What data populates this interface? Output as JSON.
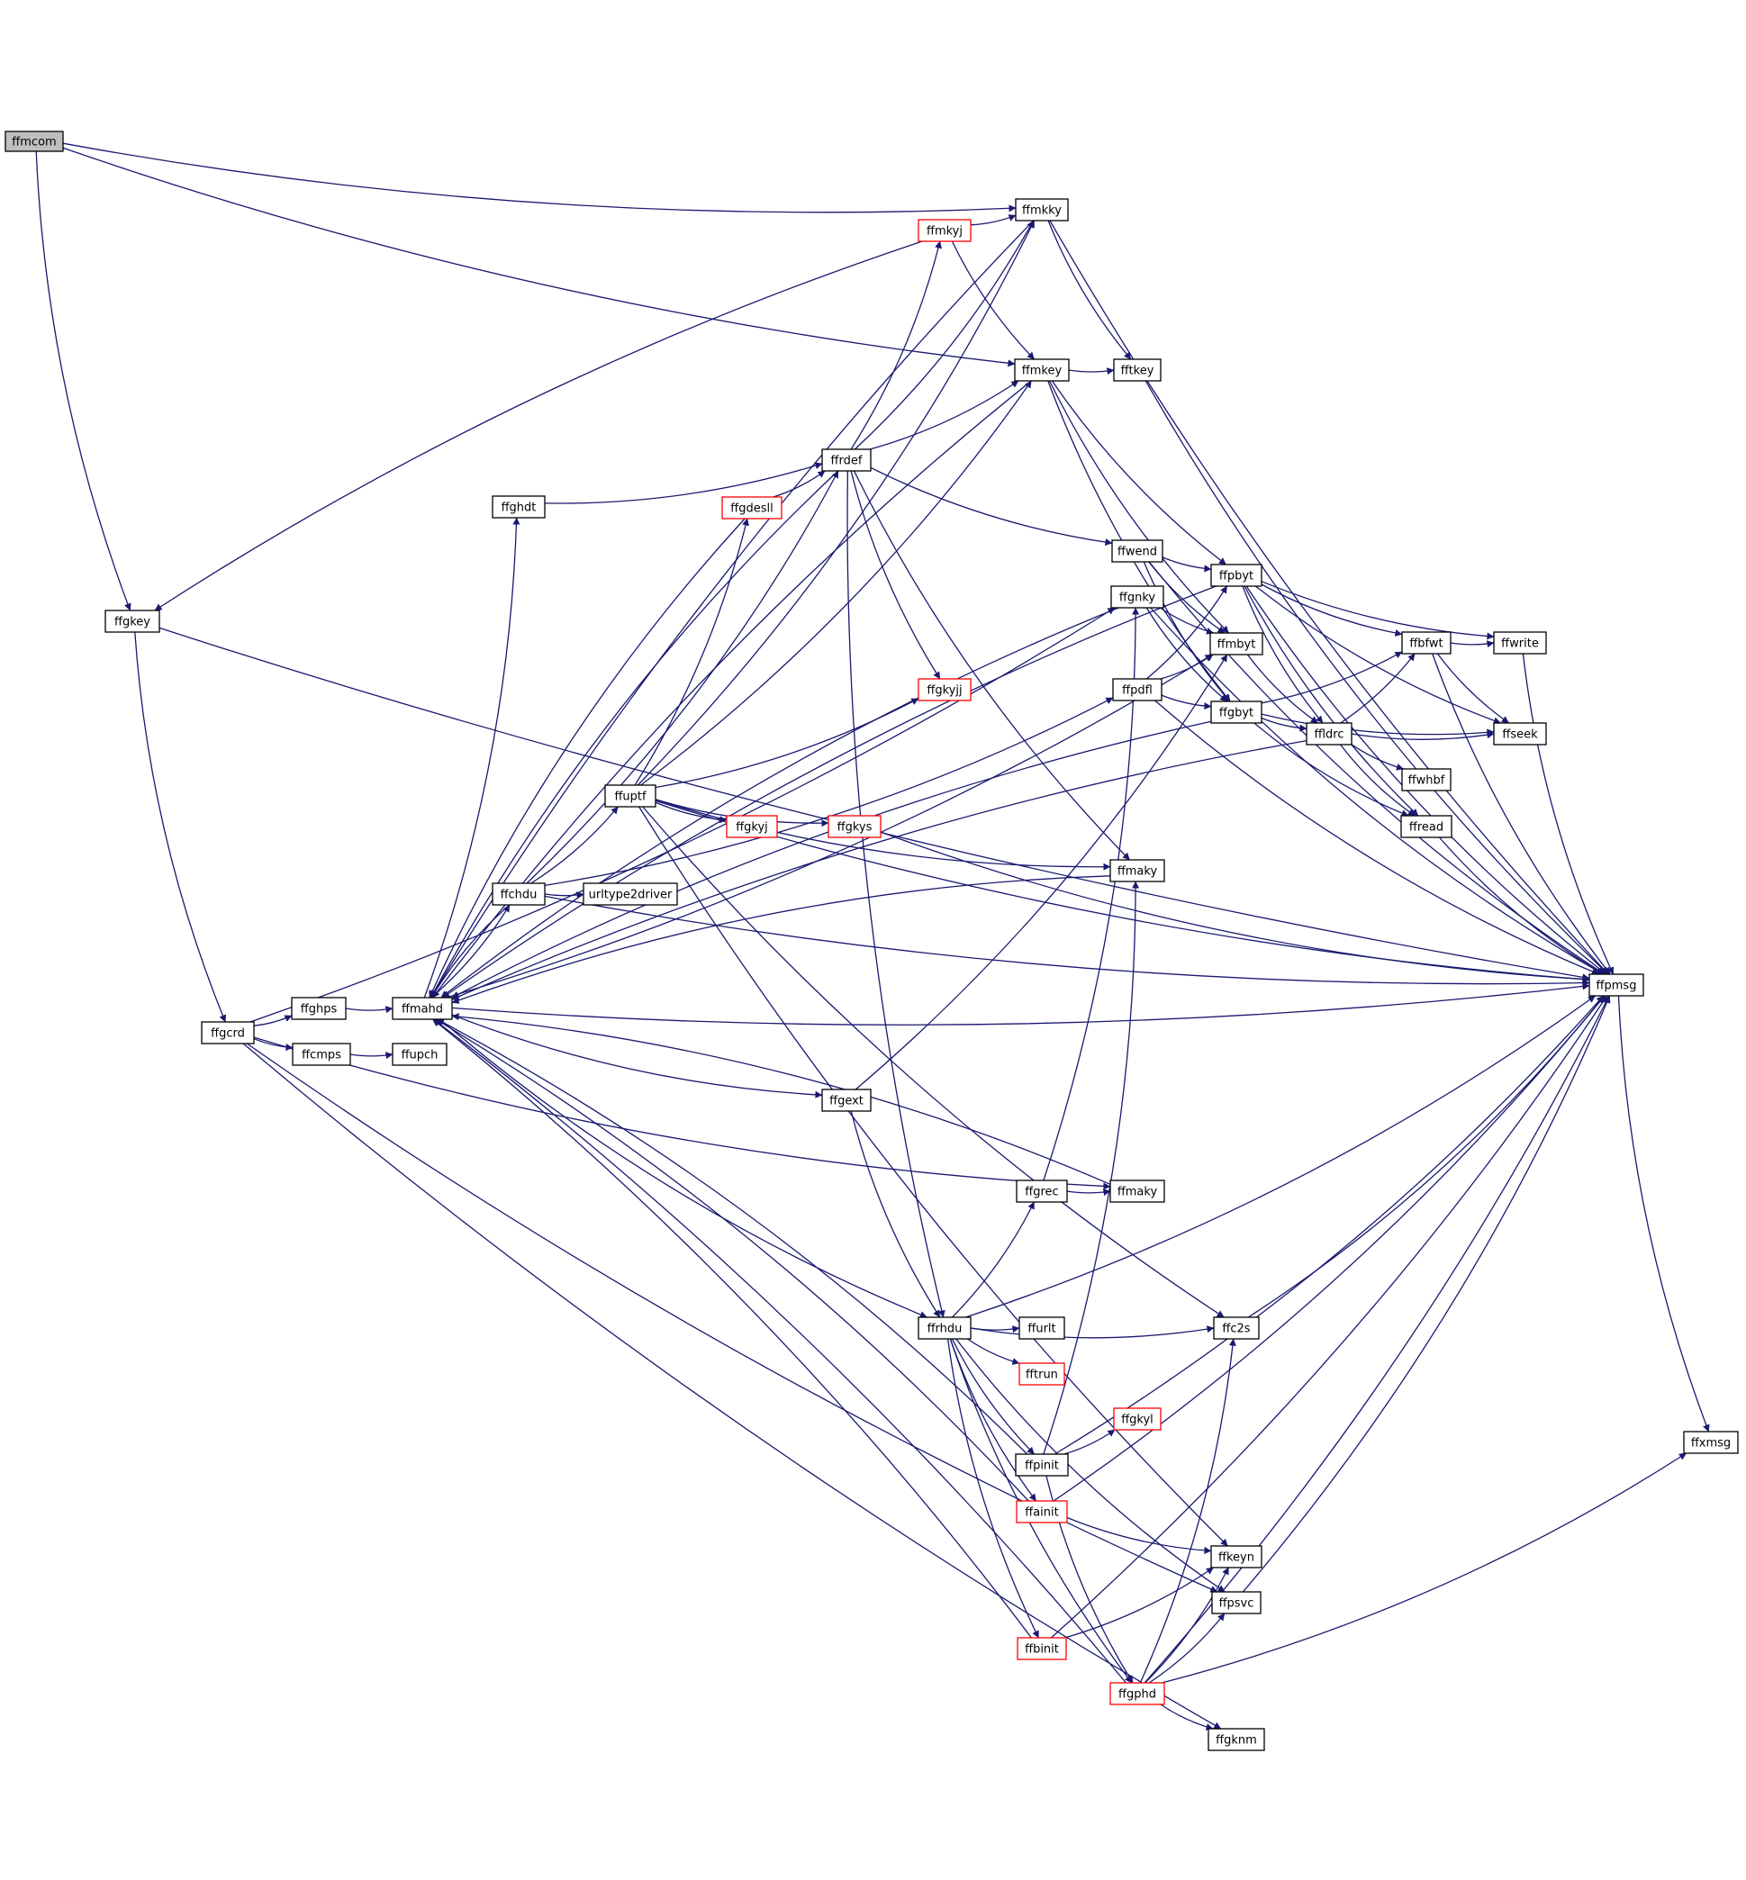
{
  "diagram": {
    "title": "",
    "colors": {
      "edge": "#191970",
      "node_border": "#000000",
      "truncated_border": "#ff0000",
      "root_fill": "#bfbfbf",
      "background": "#ffffff"
    },
    "nodes": [
      {
        "id": "ffmcom",
        "label": "ffmcom",
        "style": "root"
      },
      {
        "id": "ffgkey",
        "label": "ffgkey",
        "style": "normal"
      },
      {
        "id": "ffgcrd",
        "label": "ffgcrd",
        "style": "normal"
      },
      {
        "id": "ffghps",
        "label": "ffghps",
        "style": "normal"
      },
      {
        "id": "ffcmps",
        "label": "ffcmps",
        "style": "normal"
      },
      {
        "id": "ffupch",
        "label": "ffupch",
        "style": "normal"
      },
      {
        "id": "ffmahd",
        "label": "ffmahd",
        "style": "normal"
      },
      {
        "id": "ffghdt",
        "label": "ffghdt",
        "style": "normal"
      },
      {
        "id": "ffchdu",
        "label": "ffchdu",
        "style": "normal"
      },
      {
        "id": "urltype2driver",
        "label": "urltype2driver",
        "style": "normal"
      },
      {
        "id": "ffuptf",
        "label": "ffuptf",
        "style": "normal"
      },
      {
        "id": "ffgkyj",
        "label": "ffgkyj",
        "style": "red"
      },
      {
        "id": "ffgkys",
        "label": "ffgkys",
        "style": "red"
      },
      {
        "id": "ffgdesll",
        "label": "ffgdesll",
        "style": "red"
      },
      {
        "id": "ffrdef",
        "label": "ffrdef",
        "style": "normal"
      },
      {
        "id": "ffmkyj",
        "label": "ffmkyj",
        "style": "red"
      },
      {
        "id": "ffmkky",
        "label": "ffmkky",
        "style": "normal"
      },
      {
        "id": "ffmkey",
        "label": "ffmkey",
        "style": "normal"
      },
      {
        "id": "fftkey",
        "label": "fftkey",
        "style": "normal"
      },
      {
        "id": "ffgkyjj",
        "label": "ffgkyjj",
        "style": "red"
      },
      {
        "id": "ffwend",
        "label": "ffwend",
        "style": "normal"
      },
      {
        "id": "ffgnky",
        "label": "ffgnky",
        "style": "normal"
      },
      {
        "id": "ffpdfl",
        "label": "ffpdfl",
        "style": "normal"
      },
      {
        "id": "ffpbyt",
        "label": "ffpbyt",
        "style": "normal"
      },
      {
        "id": "ffmbyt",
        "label": "ffmbyt",
        "style": "normal"
      },
      {
        "id": "ffgbyt",
        "label": "ffgbyt",
        "style": "normal"
      },
      {
        "id": "ffldrc",
        "label": "ffldrc",
        "style": "normal"
      },
      {
        "id": "ffbfwt",
        "label": "ffbfwt",
        "style": "normal"
      },
      {
        "id": "ffwrite",
        "label": "ffwrite",
        "style": "normal"
      },
      {
        "id": "ffseek",
        "label": "ffseek",
        "style": "normal"
      },
      {
        "id": "ffwhbf",
        "label": "ffwhbf",
        "style": "normal"
      },
      {
        "id": "ffread",
        "label": "ffread",
        "style": "normal"
      },
      {
        "id": "ffmaky1",
        "label": "ffmaky",
        "style": "normal"
      },
      {
        "id": "ffpmsg",
        "label": "ffpmsg",
        "style": "normal"
      },
      {
        "id": "ffxmsg",
        "label": "ffxmsg",
        "style": "normal"
      },
      {
        "id": "ffgext",
        "label": "ffgext",
        "style": "normal"
      },
      {
        "id": "ffgrec",
        "label": "ffgrec",
        "style": "normal"
      },
      {
        "id": "ffmaky2",
        "label": "ffmaky",
        "style": "normal"
      },
      {
        "id": "ffrhdu",
        "label": "ffrhdu",
        "style": "normal"
      },
      {
        "id": "ffurlt",
        "label": "ffurlt",
        "style": "normal"
      },
      {
        "id": "fftrun",
        "label": "fftrun",
        "style": "red"
      },
      {
        "id": "ffc2s",
        "label": "ffc2s",
        "style": "normal"
      },
      {
        "id": "ffgkyl",
        "label": "ffgkyl",
        "style": "red"
      },
      {
        "id": "ffpinit",
        "label": "ffpinit",
        "style": "normal"
      },
      {
        "id": "ffainit",
        "label": "ffainit",
        "style": "red"
      },
      {
        "id": "ffkeyn",
        "label": "ffkeyn",
        "style": "normal"
      },
      {
        "id": "ffpsvc",
        "label": "ffpsvc",
        "style": "normal"
      },
      {
        "id": "ffbinit",
        "label": "ffbinit",
        "style": "red"
      },
      {
        "id": "ffgphd",
        "label": "ffgphd",
        "style": "red"
      },
      {
        "id": "ffgknm",
        "label": "ffgknm",
        "style": "normal"
      }
    ],
    "edges": [
      [
        "ffmcom",
        "ffgkey"
      ],
      [
        "ffmcom",
        "ffmkky"
      ],
      [
        "ffmcom",
        "ffmkey"
      ],
      [
        "ffgkey",
        "ffgcrd"
      ],
      [
        "ffgkey",
        "ffpmsg"
      ],
      [
        "ffgcrd",
        "ffghps"
      ],
      [
        "ffgcrd",
        "ffcmps"
      ],
      [
        "ffgcrd",
        "ffgnky"
      ],
      [
        "ffgcrd",
        "ffmaky2"
      ],
      [
        "ffgcrd",
        "ffgknm"
      ],
      [
        "ffgcrd",
        "ffpsvc"
      ],
      [
        "ffghps",
        "ffmahd"
      ],
      [
        "ffcmps",
        "ffupch"
      ],
      [
        "ffmahd",
        "ffghdt"
      ],
      [
        "ffmahd",
        "ffchdu"
      ],
      [
        "ffmahd",
        "ffgext"
      ],
      [
        "ffmahd",
        "ffrhdu"
      ],
      [
        "ffmahd",
        "ffpmsg"
      ],
      [
        "ffmahd",
        "ffmbyt"
      ],
      [
        "ffghdt",
        "ffrdef"
      ],
      [
        "ffchdu",
        "ffmahd"
      ],
      [
        "ffchdu",
        "urltype2driver"
      ],
      [
        "ffchdu",
        "ffuptf"
      ],
      [
        "ffchdu",
        "ffrdef"
      ],
      [
        "ffchdu",
        "ffpdfl"
      ],
      [
        "ffchdu",
        "ffpmsg"
      ],
      [
        "ffuptf",
        "ffgkyj"
      ],
      [
        "ffuptf",
        "ffgkys"
      ],
      [
        "ffuptf",
        "ffmkky"
      ],
      [
        "ffuptf",
        "ffmkey"
      ],
      [
        "ffuptf",
        "ffgdesll"
      ],
      [
        "ffuptf",
        "ffgkyjj"
      ],
      [
        "ffuptf",
        "ffmaky1"
      ],
      [
        "ffuptf",
        "ffc2s"
      ],
      [
        "ffuptf",
        "ffpmsg"
      ],
      [
        "ffuptf",
        "ffkeyn"
      ],
      [
        "ffgdesll",
        "ffrdef"
      ],
      [
        "ffgdesll",
        "ffmahd"
      ],
      [
        "ffrdef",
        "ffmkyj"
      ],
      [
        "ffrdef",
        "ffmkky"
      ],
      [
        "ffrdef",
        "ffmkey"
      ],
      [
        "ffrdef",
        "ffgkyjj"
      ],
      [
        "ffrdef",
        "ffwend"
      ],
      [
        "ffrdef",
        "ffmaky1"
      ],
      [
        "ffrdef",
        "ffrhdu"
      ],
      [
        "ffrdef",
        "ffmahd"
      ],
      [
        "ffmkyj",
        "ffmkky"
      ],
      [
        "ffmkyj",
        "ffmkey"
      ],
      [
        "ffmkyj",
        "ffgkey"
      ],
      [
        "ffmkky",
        "fftkey"
      ],
      [
        "ffmkky",
        "ffpmsg"
      ],
      [
        "ffmkky",
        "ffmahd"
      ],
      [
        "ffmkey",
        "fftkey"
      ],
      [
        "ffmkey",
        "ffpbyt"
      ],
      [
        "ffmkey",
        "ffmbyt"
      ],
      [
        "ffmkey",
        "ffgbyt"
      ],
      [
        "ffmkey",
        "ffmahd"
      ],
      [
        "fftkey",
        "ffpmsg"
      ],
      [
        "ffwend",
        "ffpbyt"
      ],
      [
        "ffwend",
        "ffmbyt"
      ],
      [
        "ffwend",
        "ffgbyt"
      ],
      [
        "ffwend",
        "ffpmsg"
      ],
      [
        "ffgnky",
        "ffmbyt"
      ],
      [
        "ffgnky",
        "ffgbyt"
      ],
      [
        "ffgnky",
        "ffpmsg"
      ],
      [
        "ffgnky",
        "ffmahd"
      ],
      [
        "ffpdfl",
        "ffpbyt"
      ],
      [
        "ffpdfl",
        "ffmbyt"
      ],
      [
        "ffpdfl",
        "ffgbyt"
      ],
      [
        "ffpdfl",
        "ffpmsg"
      ],
      [
        "ffpbyt",
        "ffbfwt"
      ],
      [
        "ffpbyt",
        "ffwrite"
      ],
      [
        "ffpbyt",
        "ffseek"
      ],
      [
        "ffpbyt",
        "ffldrc"
      ],
      [
        "ffpbyt",
        "ffread"
      ],
      [
        "ffpbyt",
        "ffpmsg"
      ],
      [
        "ffpbyt",
        "ffmahd"
      ],
      [
        "ffmbyt",
        "ffldrc"
      ],
      [
        "ffgbyt",
        "ffbfwt"
      ],
      [
        "ffgbyt",
        "ffldrc"
      ],
      [
        "ffgbyt",
        "ffread"
      ],
      [
        "ffgbyt",
        "ffseek"
      ],
      [
        "ffgbyt",
        "ffmahd"
      ],
      [
        "ffldrc",
        "ffbfwt"
      ],
      [
        "ffldrc",
        "ffseek"
      ],
      [
        "ffldrc",
        "ffwhbf"
      ],
      [
        "ffldrc",
        "ffread"
      ],
      [
        "ffldrc",
        "ffmahd"
      ],
      [
        "ffbfwt",
        "ffwrite"
      ],
      [
        "ffbfwt",
        "ffseek"
      ],
      [
        "ffbfwt",
        "ffpmsg"
      ],
      [
        "ffwrite",
        "ffpmsg"
      ],
      [
        "ffread",
        "ffpmsg"
      ],
      [
        "ffgkys",
        "ffpmsg"
      ],
      [
        "ffmaky1",
        "ffmahd"
      ],
      [
        "ffpmsg",
        "ffxmsg"
      ],
      [
        "ffgext",
        "ffrhdu"
      ],
      [
        "ffgext",
        "ffmbyt"
      ],
      [
        "ffgrec",
        "ffmaky2"
      ],
      [
        "ffgrec",
        "ffgnky"
      ],
      [
        "ffmaky2",
        "ffmahd"
      ],
      [
        "ffrhdu",
        "ffgrec"
      ],
      [
        "ffrhdu",
        "ffurlt"
      ],
      [
        "ffrhdu",
        "fftrun"
      ],
      [
        "ffrhdu",
        "ffc2s"
      ],
      [
        "ffrhdu",
        "ffpinit"
      ],
      [
        "ffrhdu",
        "ffainit"
      ],
      [
        "ffrhdu",
        "ffbinit"
      ],
      [
        "ffrhdu",
        "ffgphd"
      ],
      [
        "ffrhdu",
        "ffpsvc"
      ],
      [
        "ffrhdu",
        "ffpmsg"
      ],
      [
        "ffc2s",
        "ffpmsg"
      ],
      [
        "ffpinit",
        "ffgkyl"
      ],
      [
        "ffpinit",
        "ffmaky1"
      ],
      [
        "ffpinit",
        "ffgphd"
      ],
      [
        "ffpinit",
        "ffpmsg"
      ],
      [
        "ffpinit",
        "ffmahd"
      ],
      [
        "ffainit",
        "ffkeyn"
      ],
      [
        "ffainit",
        "ffpmsg"
      ],
      [
        "ffainit",
        "ffmahd"
      ],
      [
        "ffbinit",
        "ffkeyn"
      ],
      [
        "ffbinit",
        "ffpmsg"
      ],
      [
        "ffbinit",
        "ffmahd"
      ],
      [
        "ffgphd",
        "ffkeyn"
      ],
      [
        "ffgphd",
        "ffpsvc"
      ],
      [
        "ffgphd",
        "ffgknm"
      ],
      [
        "ffgphd",
        "ffc2s"
      ],
      [
        "ffgphd",
        "ffpmsg"
      ],
      [
        "ffgphd",
        "ffxmsg"
      ],
      [
        "ffgphd",
        "ffmahd"
      ],
      [
        "ffpsvc",
        "ffpmsg"
      ]
    ]
  }
}
